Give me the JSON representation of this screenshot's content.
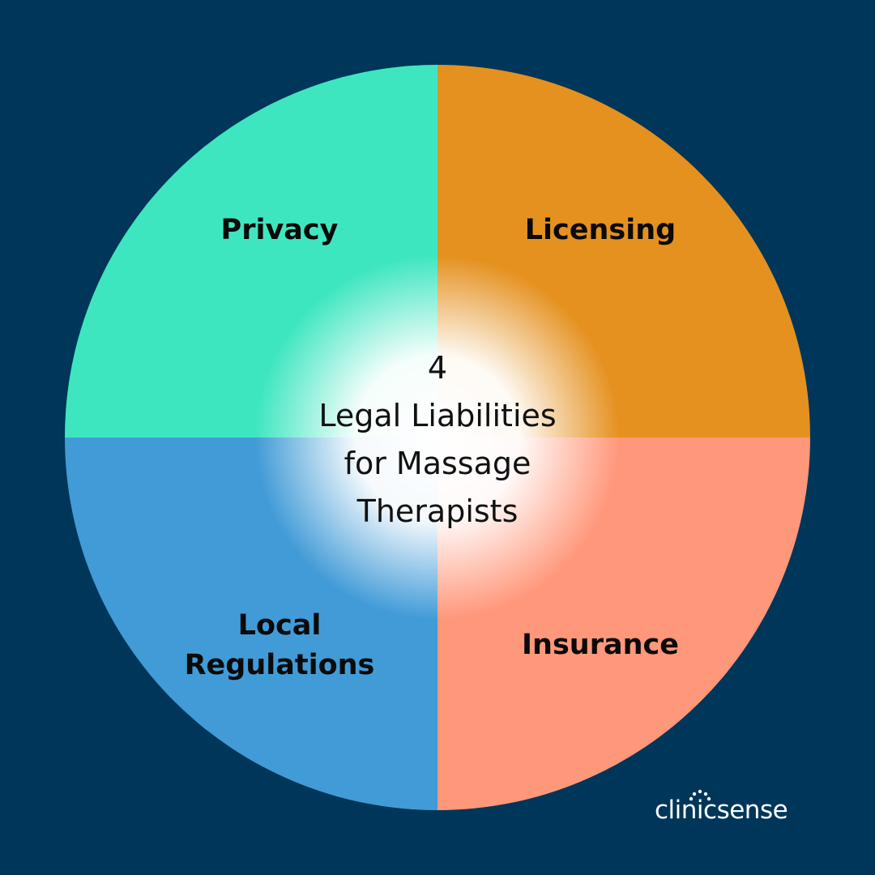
{
  "center": {
    "number": "4",
    "line1": "Legal Liabilities",
    "line2": "for Massage",
    "line3": "Therapists"
  },
  "quadrants": [
    {
      "label": "Privacy",
      "color": "#3EE6C0",
      "position": "top-left"
    },
    {
      "label": "Licensing",
      "color": "#E5911F",
      "position": "top-right"
    },
    {
      "label": "Local\nRegulations",
      "color": "#419BD7",
      "position": "bottom-left"
    },
    {
      "label": "Insurance",
      "color": "#FF977A",
      "position": "bottom-right"
    }
  ],
  "brand": {
    "name": "clinicsense",
    "icon": "dots-arc-icon"
  },
  "colors": {
    "background": "#003659",
    "center_glow": "#FFFFFF"
  }
}
